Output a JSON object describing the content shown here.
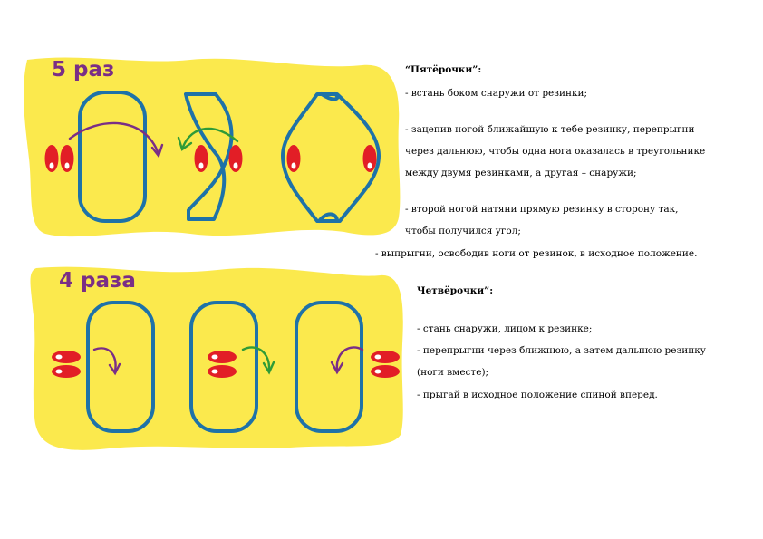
{
  "section_five": {
    "count_label": "5 раз",
    "title": "“Пятёрочки”:",
    "steps": [
      "- встань боком снаружи от резинки;",
      "- зацепив ногой ближайшую к тебе резинку, перепрыгни",
      "через дальнюю, чтобы одна нога оказалась в треугольнике",
      "между двумя резинками, а другая – снаружи;",
      "- второй ногой натяни прямую резинку в сторону так,",
      "чтобы получился угол;",
      "- выпрыгни, освободив ноги от резинок, в исходное положение."
    ]
  },
  "section_four": {
    "count_label": "4 раза",
    "title": "Четвёрочки”:",
    "steps": [
      "- стань снаружи, лицом к резинке;",
      "- перепрыгни через ближнюю, а затем дальнюю резинку",
      "(ноги вместе);",
      "- прыгай в исходное положение спиной вперед."
    ]
  },
  "colors": {
    "background": "#fbe94d",
    "band": "#1e72a8",
    "foot": "#e21e26",
    "arrow_purple": "#7a2e86",
    "arrow_green": "#2f9b37"
  }
}
